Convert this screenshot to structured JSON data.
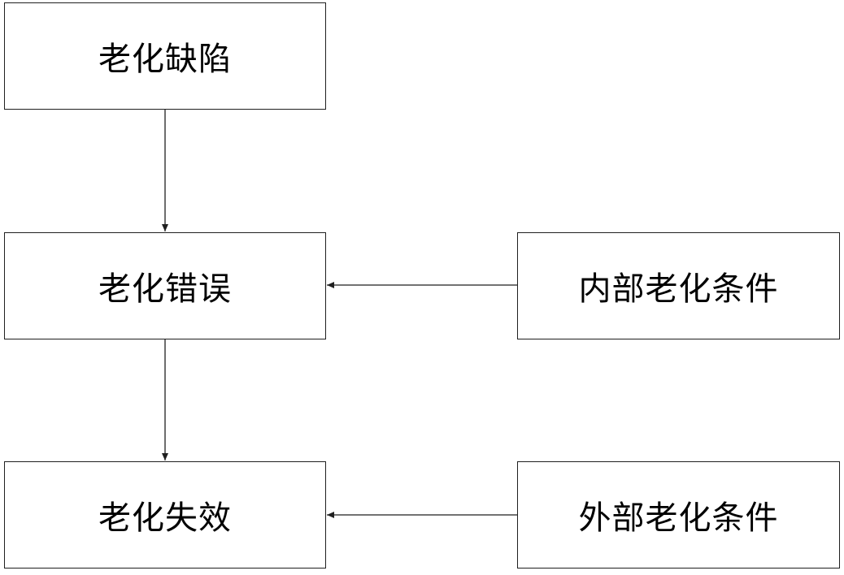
{
  "nodes": {
    "aging_defect": "老化缺陷",
    "aging_error": "老化错误",
    "aging_failure": "老化失效",
    "internal_aging_conditions": "内部老化条件",
    "external_aging_conditions": "外部老化条件"
  },
  "edges": [
    {
      "from": "aging_defect",
      "to": "aging_error"
    },
    {
      "from": "aging_error",
      "to": "aging_failure"
    },
    {
      "from": "internal_aging_conditions",
      "to": "aging_error"
    },
    {
      "from": "external_aging_conditions",
      "to": "aging_failure"
    }
  ],
  "colors": {
    "line": "#1f1f1f",
    "background": "#ffffff"
  }
}
